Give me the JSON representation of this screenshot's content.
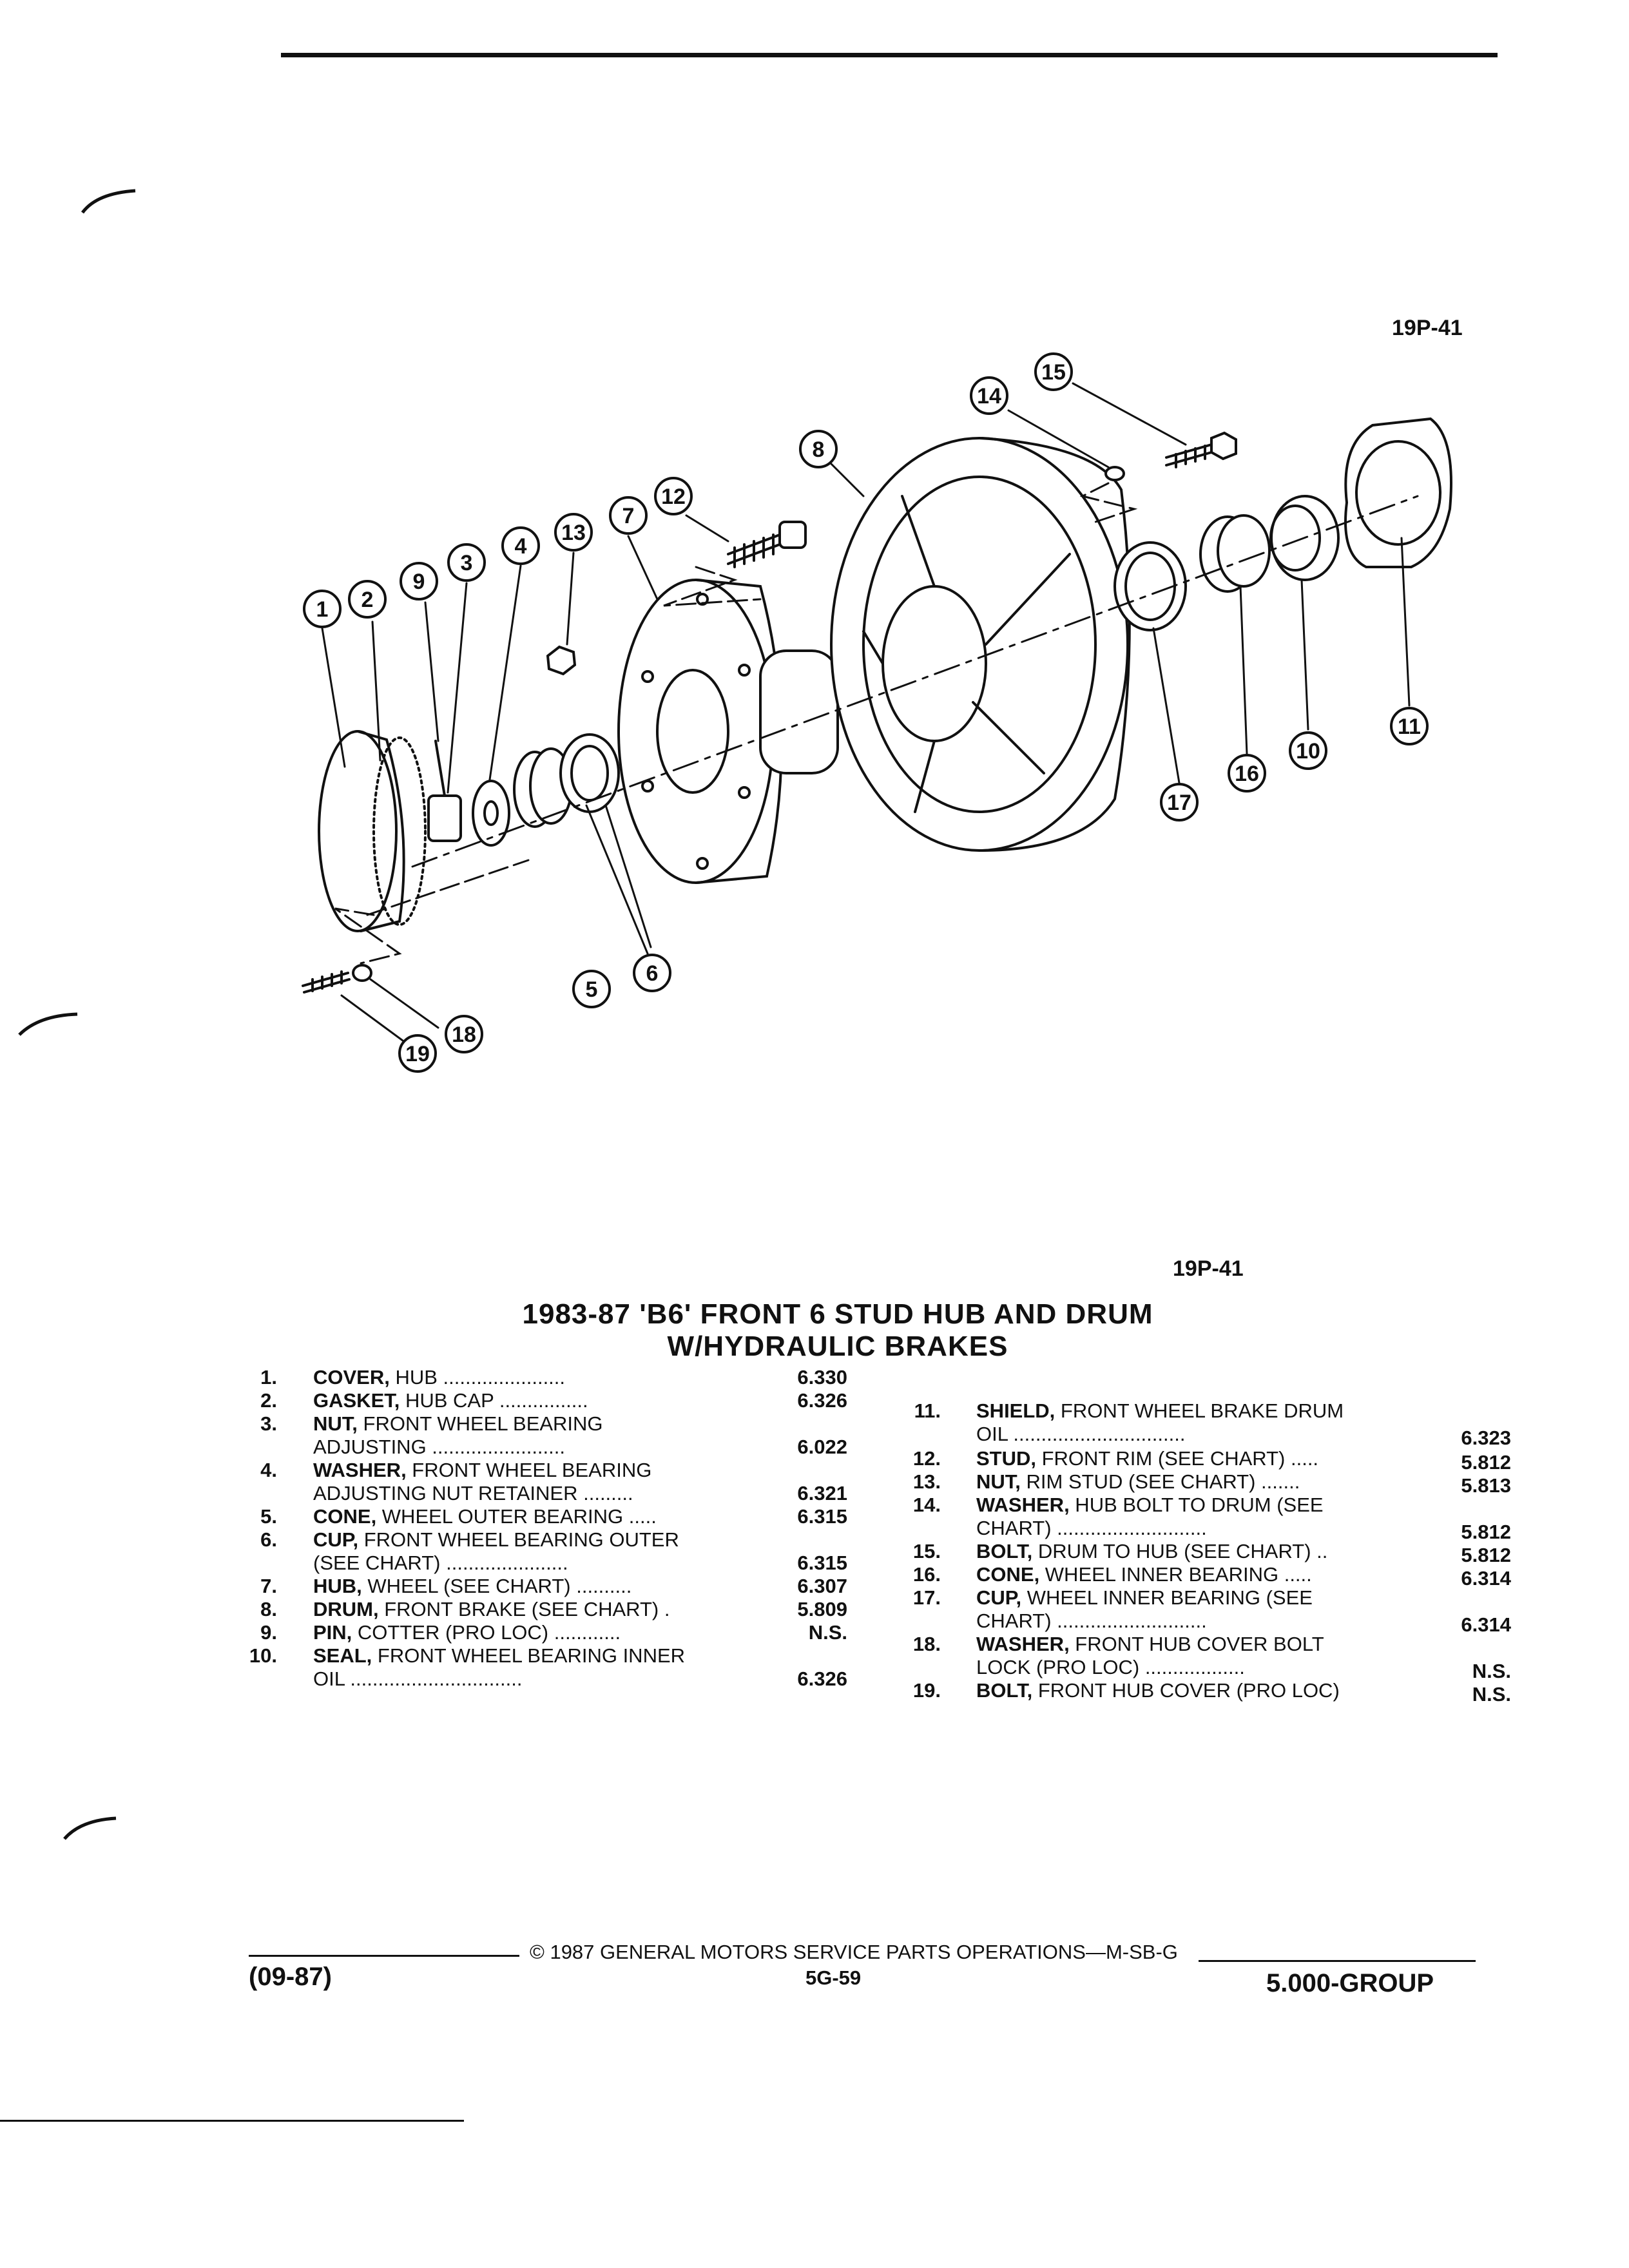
{
  "figure_id_top": "19P-41",
  "figure_id_bottom": "19P-41",
  "title_line1": "1983-87 'B6' FRONT 6 STUD HUB AND DRUM",
  "title_line2": "W/HYDRAULIC BRAKES",
  "callouts": [
    "1",
    "2",
    "3",
    "4",
    "5",
    "6",
    "7",
    "8",
    "9",
    "10",
    "11",
    "12",
    "13",
    "14",
    "15",
    "16",
    "17",
    "18",
    "19"
  ],
  "parts_left": [
    {
      "num": "1.",
      "name": "COVER,",
      "lines": [
        " HUB ......................"
      ],
      "code": "6.330"
    },
    {
      "num": "2.",
      "name": "GASKET,",
      "lines": [
        " HUB CAP ................"
      ],
      "code": "6.326"
    },
    {
      "num": "3.",
      "name": "NUT,",
      "lines": [
        " FRONT WHEEL BEARING",
        "ADJUSTING ........................"
      ],
      "code": "6.022"
    },
    {
      "num": "4.",
      "name": "WASHER,",
      "lines": [
        " FRONT WHEEL BEARING",
        "ADJUSTING NUT RETAINER ........."
      ],
      "code": "6.321"
    },
    {
      "num": "5.",
      "name": "CONE,",
      "lines": [
        " WHEEL OUTER BEARING ....."
      ],
      "code": "6.315"
    },
    {
      "num": "6.",
      "name": "CUP,",
      "lines": [
        " FRONT WHEEL BEARING OUTER",
        "(SEE CHART) ......................"
      ],
      "code": "6.315"
    },
    {
      "num": "7.",
      "name": "HUB,",
      "lines": [
        " WHEEL (SEE CHART) .........."
      ],
      "code": "6.307"
    },
    {
      "num": "8.",
      "name": "DRUM,",
      "lines": [
        " FRONT BRAKE (SEE CHART) ."
      ],
      "code": "5.809"
    },
    {
      "num": "9.",
      "name": "PIN,",
      "lines": [
        " COTTER (PRO LOC) ............"
      ],
      "code": "N.S."
    },
    {
      "num": "10.",
      "name": "SEAL,",
      "lines": [
        " FRONT WHEEL BEARING INNER",
        "OIL ..............................."
      ],
      "code": "6.326"
    }
  ],
  "parts_right": [
    {
      "num": "11.",
      "name": "SHIELD,",
      "lines": [
        " FRONT WHEEL BRAKE DRUM",
        "OIL ..............................."
      ],
      "code": "6.323"
    },
    {
      "num": "12.",
      "name": "STUD,",
      "lines": [
        " FRONT RIM (SEE CHART) ....."
      ],
      "code": "5.812"
    },
    {
      "num": "13.",
      "name": "NUT,",
      "lines": [
        " RIM STUD (SEE CHART) ......."
      ],
      "code": "5.813"
    },
    {
      "num": "14.",
      "name": "WASHER,",
      "lines": [
        " HUB BOLT TO DRUM (SEE",
        "CHART) ..........................."
      ],
      "code": "5.812"
    },
    {
      "num": "15.",
      "name": "BOLT,",
      "lines": [
        " DRUM TO HUB (SEE CHART) .."
      ],
      "code": "5.812"
    },
    {
      "num": "16.",
      "name": "CONE,",
      "lines": [
        " WHEEL INNER BEARING ....."
      ],
      "code": "6.314"
    },
    {
      "num": "17.",
      "name": "CUP,",
      "lines": [
        " WHEEL INNER BEARING (SEE",
        "CHART) ..........................."
      ],
      "code": "6.314"
    },
    {
      "num": "18.",
      "name": "WASHER,",
      "lines": [
        " FRONT HUB COVER BOLT",
        "LOCK (PRO LOC) .................."
      ],
      "code": "N.S."
    },
    {
      "num": "19.",
      "name": "BOLT,",
      "lines": [
        " FRONT HUB COVER (PRO LOC)"
      ],
      "code": "N.S."
    }
  ],
  "footer": {
    "date": "(09-87)",
    "copyright": "© 1987 GENERAL MOTORS SERVICE PARTS OPERATIONS—M-SB-G",
    "page": "5G-59",
    "group": "5.000-GROUP"
  }
}
